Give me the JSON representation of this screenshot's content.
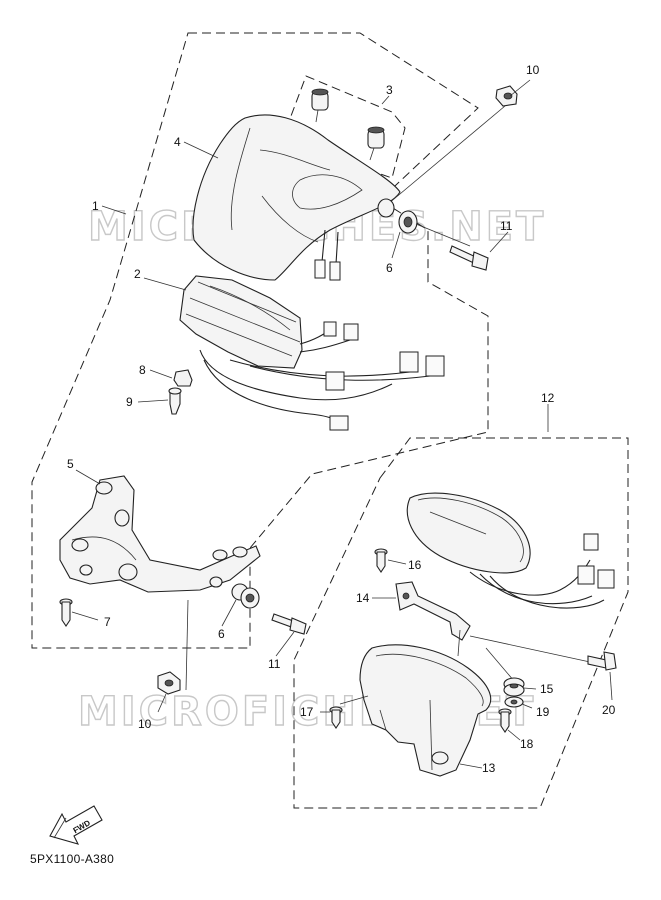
{
  "watermarks": [
    "MICROFICHES.NET",
    "MICROFICHES.NET"
  ],
  "fwd_arrow_label": "FWD",
  "diagram_code": "5PX1100-A380",
  "callouts": {
    "c1": "1",
    "c2": "2",
    "c3": "3",
    "c4": "4",
    "c5": "5",
    "c6a": "6",
    "c6b": "6",
    "c7": "7",
    "c8": "8",
    "c9": "9",
    "c10a": "10",
    "c10b": "10",
    "c11a": "11",
    "c11b": "11",
    "c12": "12",
    "c13": "13",
    "c14": "14",
    "c15": "15",
    "c16": "16",
    "c17": "17",
    "c18": "18",
    "c19": "19",
    "c20": "20"
  }
}
